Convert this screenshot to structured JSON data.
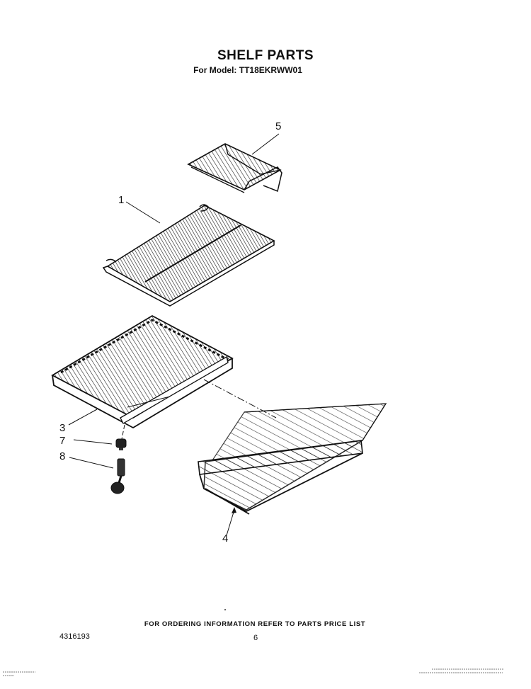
{
  "header": {
    "title": "SHELF PARTS",
    "model": "For Model: TT18EKRWW01"
  },
  "callouts": [
    {
      "id": "c5",
      "label": "5"
    },
    {
      "id": "c1",
      "label": "1"
    },
    {
      "id": "c3",
      "label": "3"
    },
    {
      "id": "c7",
      "label": "7"
    },
    {
      "id": "c8",
      "label": "8"
    },
    {
      "id": "c4",
      "label": "4"
    }
  ],
  "footer": {
    "ordering_note": "FOR ORDERING INFORMATION REFER TO PARTS PRICE LIST",
    "doc_number": "4316193",
    "page_number": "6"
  }
}
